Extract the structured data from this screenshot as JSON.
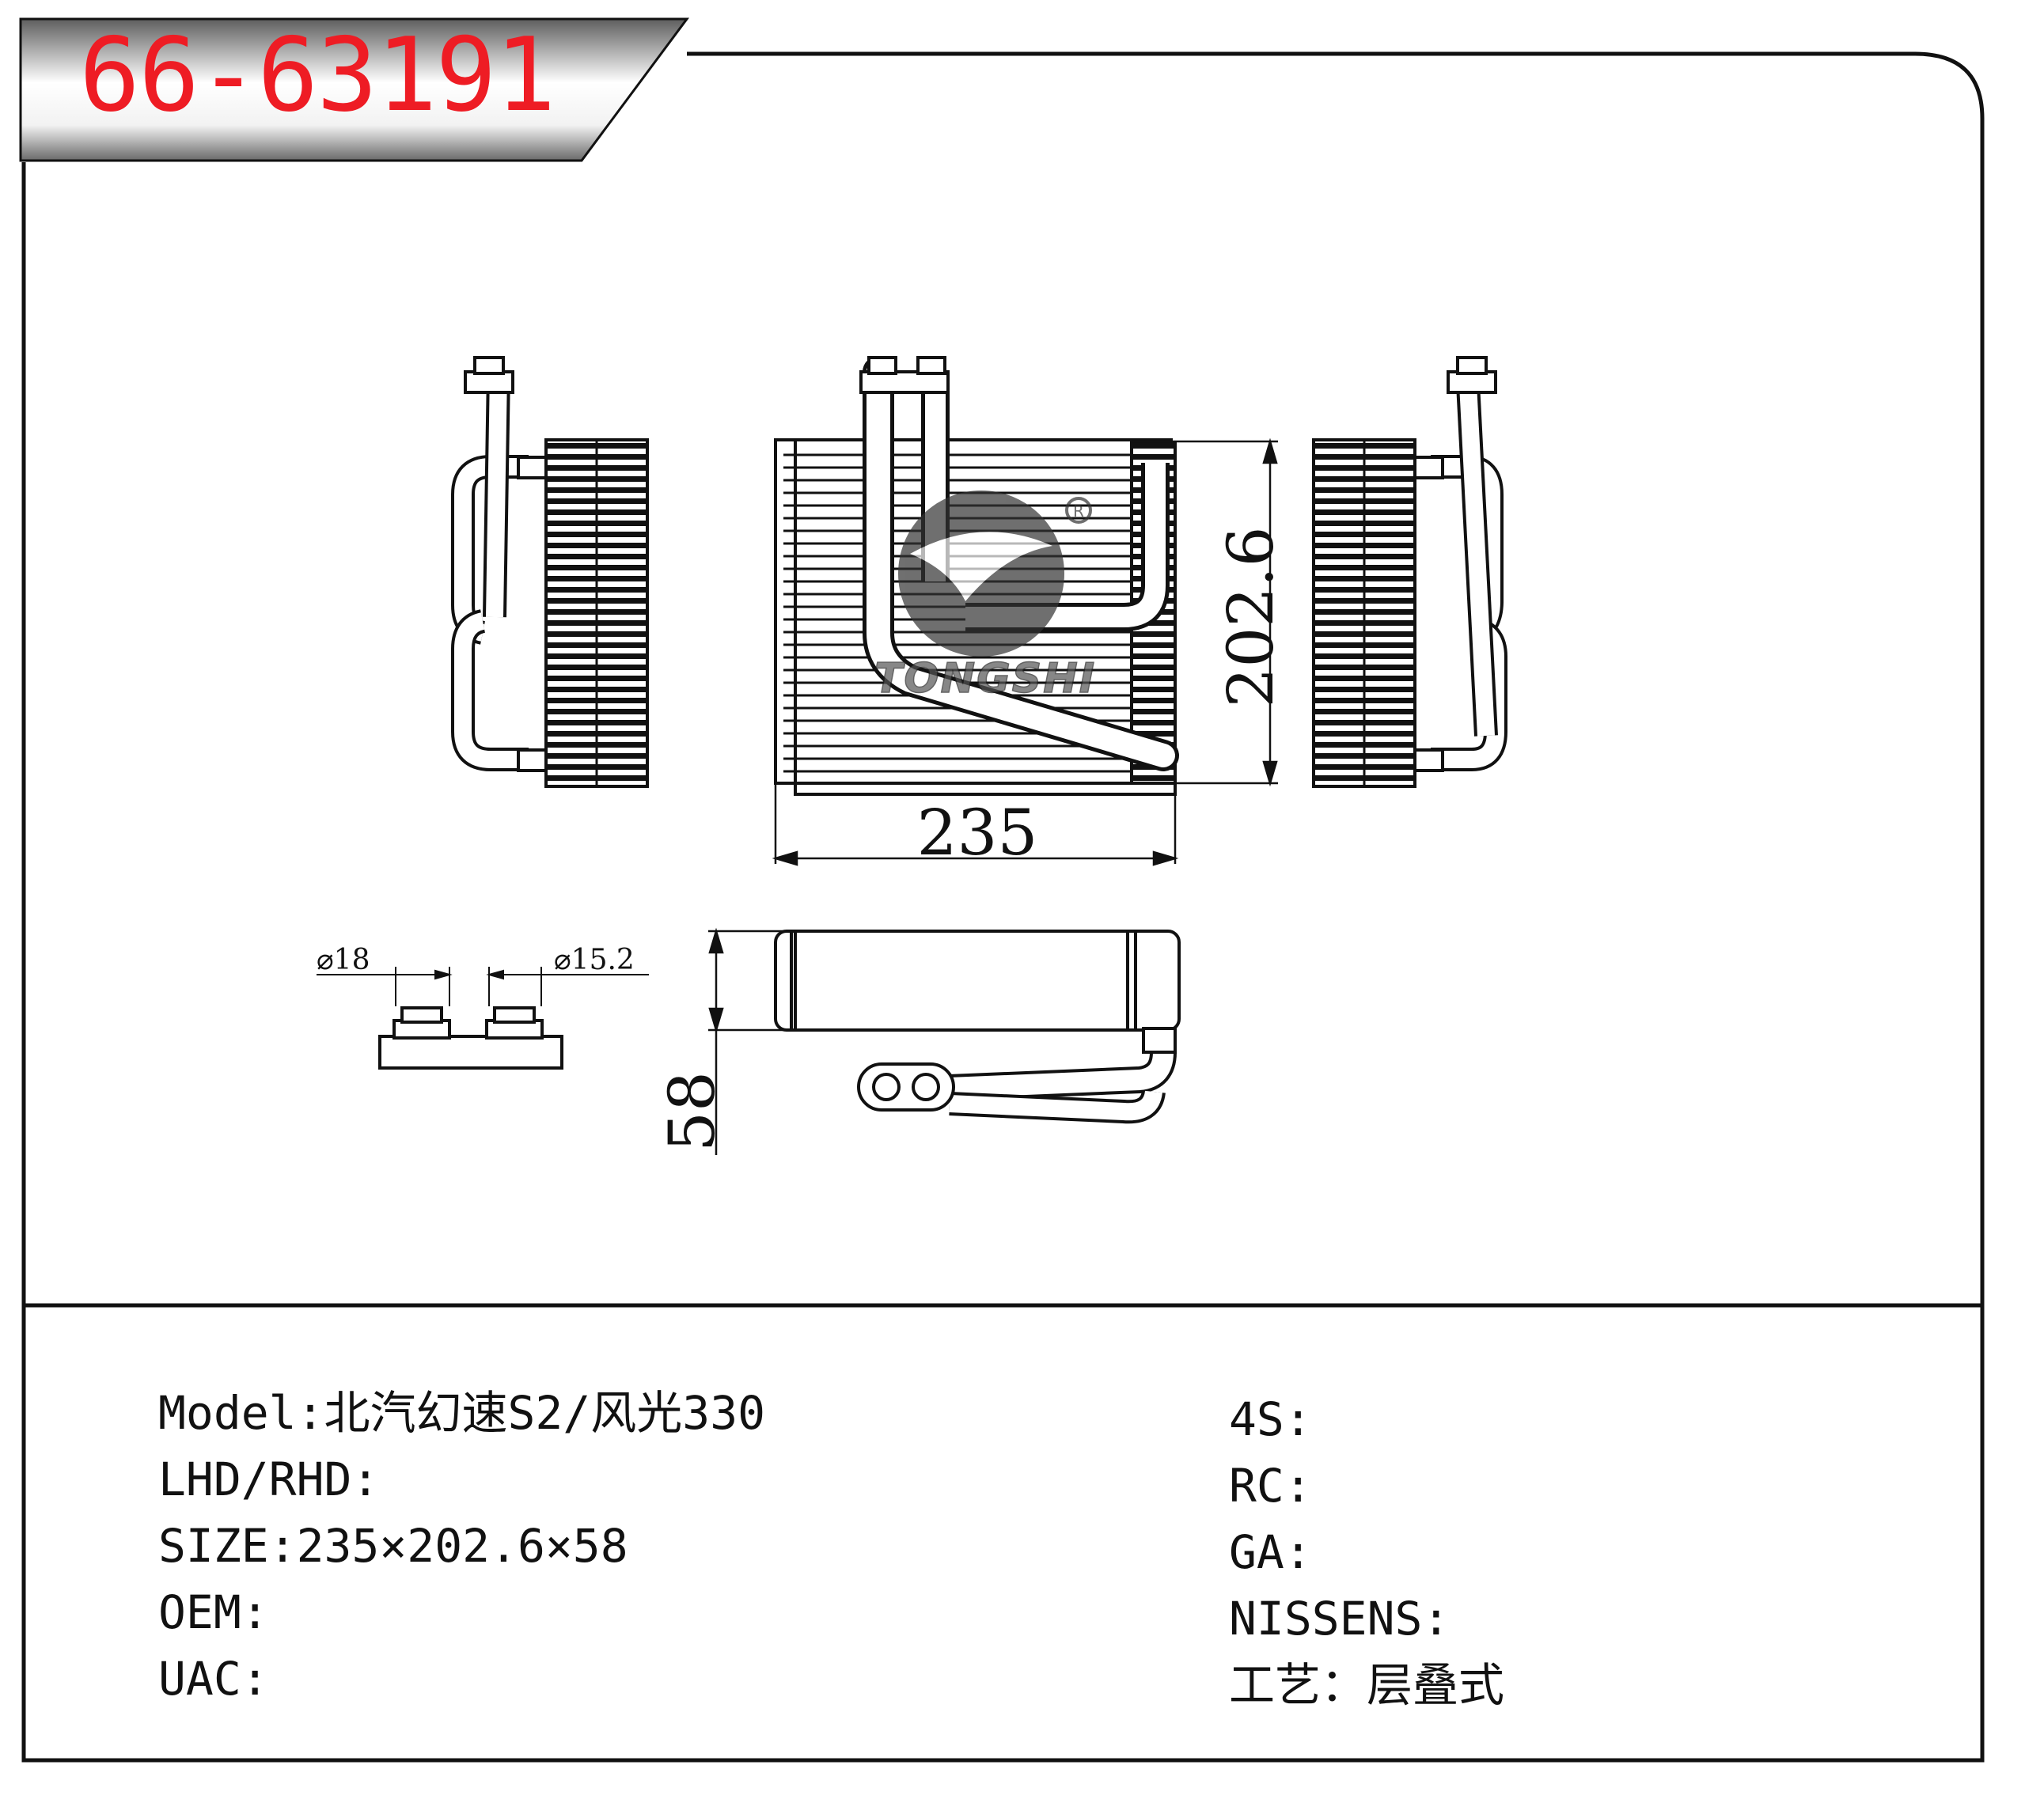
{
  "part_number": "66-63191",
  "logo_text": "TONGSHI",
  "registered_mark": "R",
  "dimensions": {
    "width": "235",
    "height": "202.6",
    "depth": "58",
    "inlet_diameter": "⌀18",
    "outlet_diameter": "⌀15.2"
  },
  "specs_left": [
    {
      "label": "Model:",
      "value": "北汽幻速S2/风光330"
    },
    {
      "label": "LHD/RHD:",
      "value": ""
    },
    {
      "label": "SIZE:",
      "value": "235×202.6×58"
    },
    {
      "label": "OEM:",
      "value": ""
    },
    {
      "label": "UAC:",
      "value": ""
    }
  ],
  "specs_right": [
    {
      "label": "4S:",
      "value": ""
    },
    {
      "label": "RC:",
      "value": ""
    },
    {
      "label": "GA:",
      "value": ""
    },
    {
      "label": "NISSENS:",
      "value": ""
    },
    {
      "label": "工艺：",
      "value": "层叠式"
    }
  ],
  "colors": {
    "title_red": "#ee1c24",
    "line": "#111111",
    "header_gradient_dark": "#6d6d6d",
    "header_gradient_light": "#ffffff"
  }
}
